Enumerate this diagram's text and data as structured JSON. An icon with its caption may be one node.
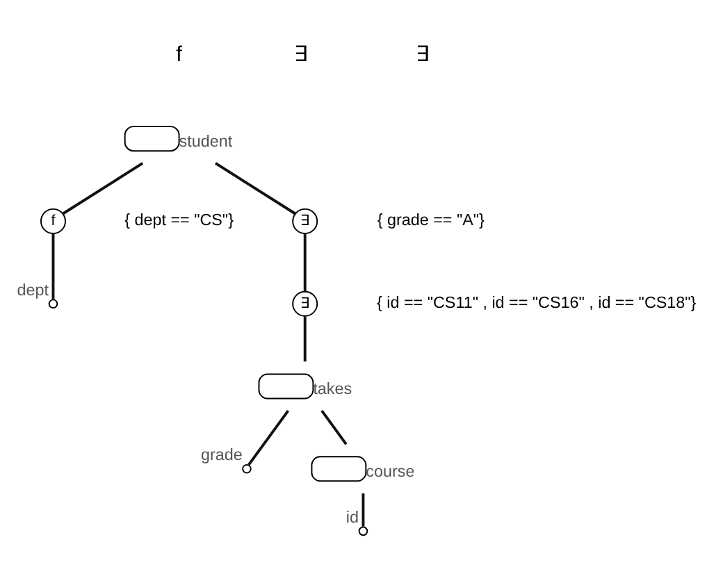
{
  "diagram": {
    "nodes": [
      {
        "text": [
          "student"
        ]
      },
      {
        "text": [
          "f"
        ],
        "beside": [
          "{ dept == \"CS\"}"
        ]
      },
      {
        "text": [
          "dept"
        ]
      },
      {
        "text": [
          "∃"
        ],
        "beside": [
          "{ grade == \"A\"}"
        ]
      },
      {
        "text": [
          "∃"
        ],
        "beside": [
          "{ id == \"CS11\" , id == \"CS16\" , id == \"CS18\"}"
        ]
      },
      {
        "text": [
          "takes"
        ]
      },
      {
        "text": [
          "grade"
        ]
      },
      {
        "text": [
          "course"
        ]
      },
      {
        "text": [
          "id"
        ]
      }
    ],
    "edges": [
      {
        "from": 0,
        "to": 1,
        "arrow": "none"
      },
      {
        "from": 1,
        "to": 2,
        "arrow": "none"
      },
      {
        "from": 0,
        "to": 3,
        "arrow": "none"
      },
      {
        "from": 3,
        "to": 4,
        "arrow": "none"
      },
      {
        "from": 4,
        "to": 5,
        "arrow": "none"
      },
      {
        "from": 5,
        "to": 6,
        "arrow": "none"
      },
      {
        "from": 5,
        "to": 7,
        "arrow": "none"
      },
      {
        "from": 7,
        "to": 8,
        "arrow": "none"
      }
    ],
    "labels": [
      "f",
      "∃",
      "∃"
    ]
  }
}
